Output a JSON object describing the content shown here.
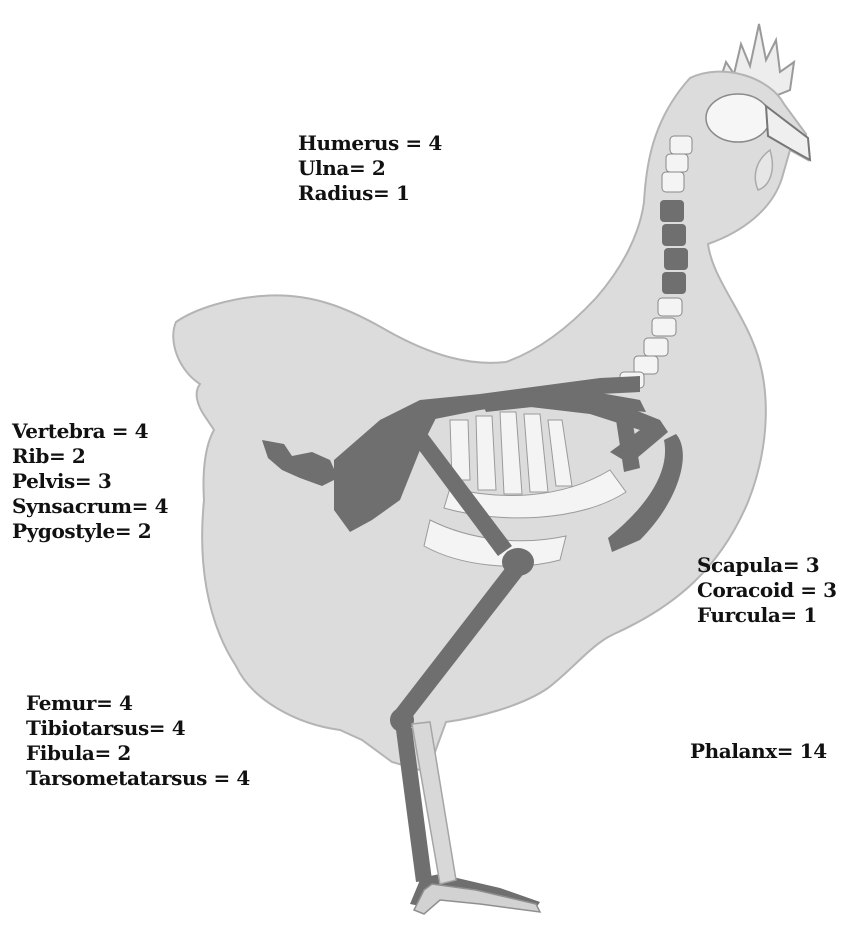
{
  "colors": {
    "background": "#ffffff",
    "body_fill": "#dcdcdc",
    "body_outline": "#b4b4b4",
    "bone_dark": "#6f6f6f",
    "bone_light": "#f4f4f4",
    "text": "#111111"
  },
  "labels": {
    "wing": [
      "Humerus = 4",
      "Ulna= 2",
      "Radius= 1"
    ],
    "axial": [
      "Vertebra = 4",
      "Rib= 2",
      "Pelvis= 3",
      "Synsacrum= 4",
      "Pygostyle= 2"
    ],
    "shoulder": [
      "Scapula= 3",
      "Coracoid = 3",
      "Furcula= 1"
    ],
    "leg": [
      "Femur= 4",
      "Tibiotarsus= 4",
      "Fibula= 2",
      "Tarsometatarsus = 4"
    ],
    "foot": [
      "Phalanx= 14"
    ]
  }
}
